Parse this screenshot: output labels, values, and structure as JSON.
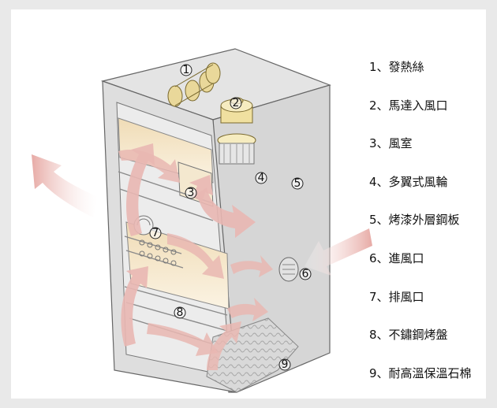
{
  "legend": [
    "1、發熱絲",
    "2、馬達入風口",
    "3、風室",
    "4、多翼式風輪",
    "5、烤漆外層鋼板",
    "6、進風口",
    "7、排風口",
    "8、不鏽鋼烤盤",
    "9、耐高溫保溫石棉"
  ],
  "callouts": [
    "1",
    "2",
    "3",
    "4",
    "5",
    "6",
    "7",
    "8",
    "9"
  ],
  "colors": {
    "cabinet_front": "#dcdcdc",
    "cabinet_side": "#d4d4d4",
    "cabinet_top": "#e6e6e6",
    "chamber": "#f2e4c8",
    "arrow": "#e9b7b2",
    "heater": "#e9d89a"
  }
}
